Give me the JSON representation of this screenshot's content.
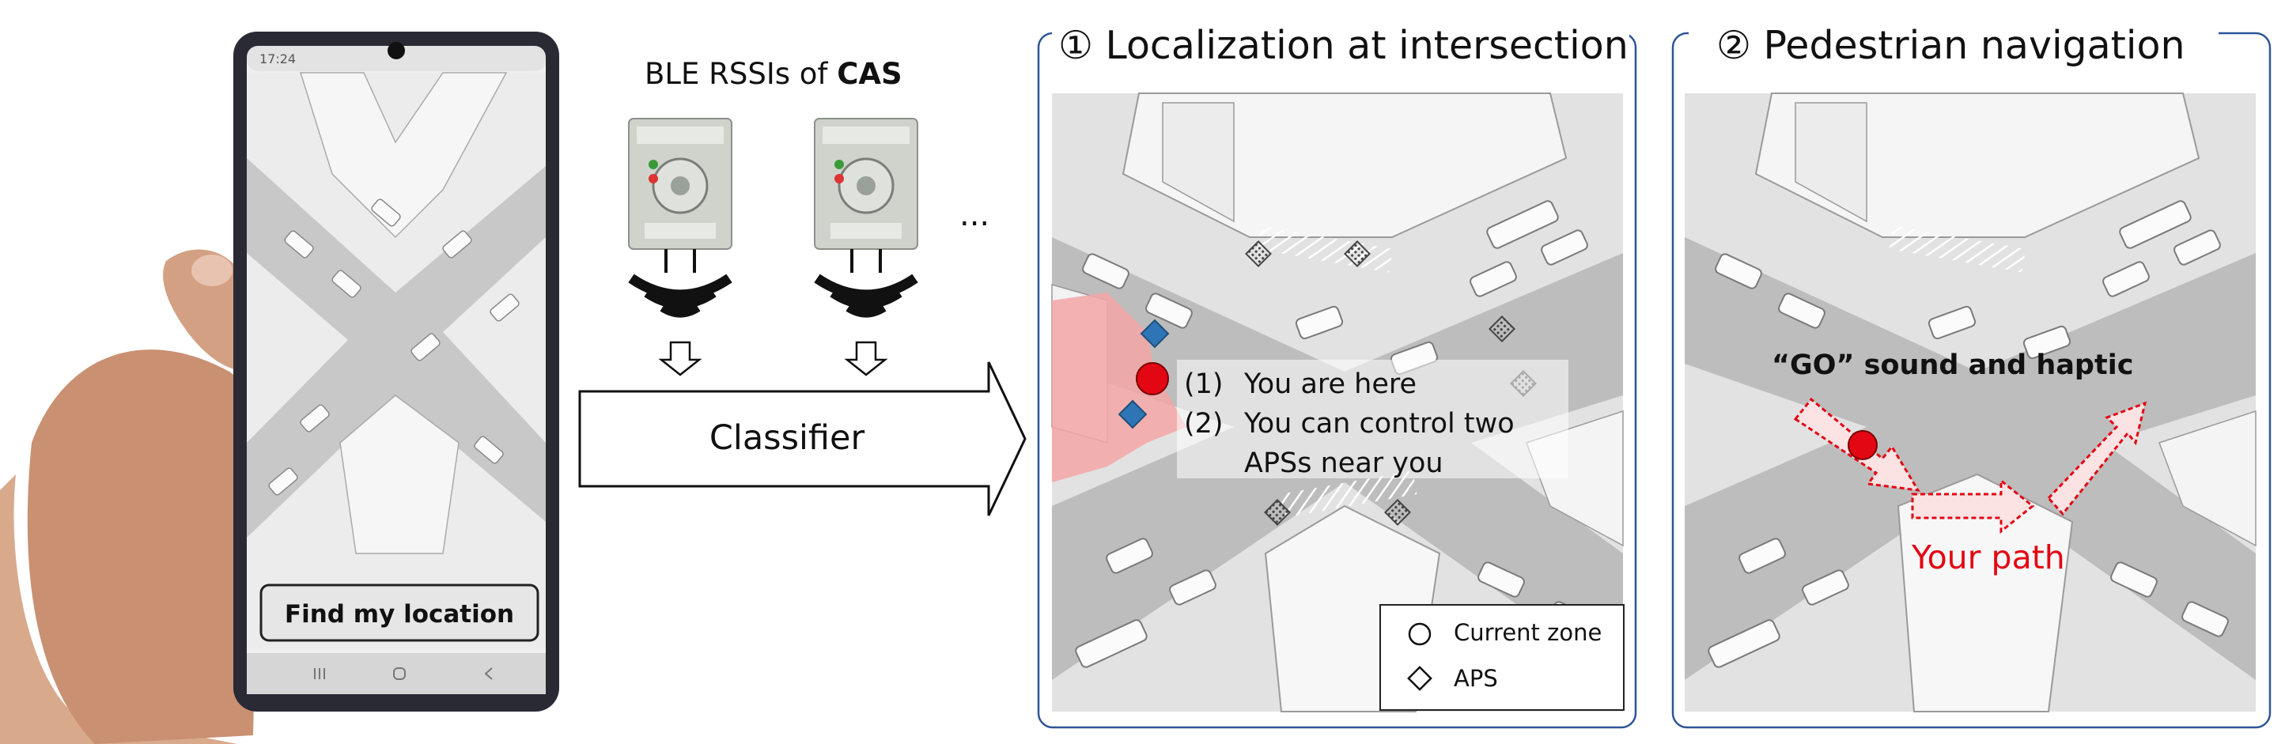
{
  "phone": {
    "status_time": "17:24",
    "button_label": "Find my location"
  },
  "signal": {
    "title_prefix": "BLE RSSIs of ",
    "title_bold": "CAS",
    "ellipsis": "..."
  },
  "classifier": {
    "label": "Classifier"
  },
  "panel1": {
    "title": "① Localization at intersection",
    "note1_num": "(1)",
    "note1_text": "You are here",
    "note2_num": "(2)",
    "note2_line1": "You can control two",
    "note2_line2": "APSs near you",
    "legend": {
      "current_zone": "Current zone",
      "aps": "APS"
    }
  },
  "panel2": {
    "title": "② Pedestrian navigation",
    "go_text": "“GO” sound and haptic",
    "path_label": "Your path"
  },
  "colors": {
    "frame_blue": "#2f5597",
    "highlight_zone": "#f4a6a6",
    "location_dot": "#e30613",
    "aps_marker": "#2e75b6",
    "path_label": "#e30613"
  }
}
